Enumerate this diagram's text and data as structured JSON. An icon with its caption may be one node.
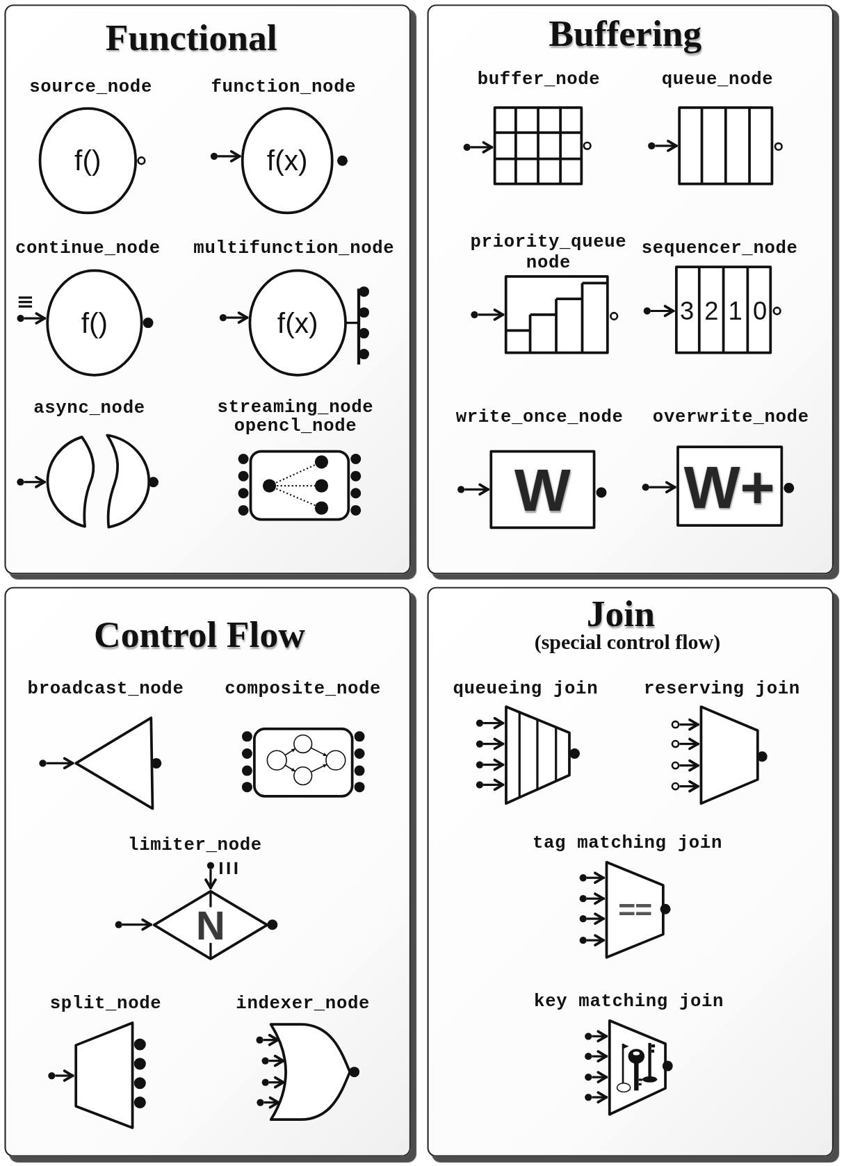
{
  "diagram": {
    "nodes": [
      {
        "text": [
          "Functional"
        ]
      },
      {
        "text": [
          "source_node",
          "f()"
        ],
        "in": 0
      },
      {
        "text": [
          "function_node",
          "f(x)"
        ],
        "in": 0
      },
      {
        "text": [
          "continue_node",
          "f()"
        ],
        "in": 0
      },
      {
        "text": [
          "multifunction_node",
          "f(x)"
        ],
        "in": 0
      },
      {
        "text": [
          "async_node"
        ],
        "in": 0
      },
      {
        "text": [
          "streaming_node",
          "opencl_node"
        ],
        "in": 0
      },
      {
        "text": [
          "Buffering"
        ]
      },
      {
        "text": [
          "buffer_node"
        ],
        "in": 7
      },
      {
        "text": [
          "queue_node"
        ],
        "in": 7
      },
      {
        "text": [
          "priority_queue node"
        ],
        "in": 7
      },
      {
        "text": [
          "sequencer_node",
          "3",
          "2",
          "1",
          "0"
        ],
        "in": 7
      },
      {
        "text": [
          "write_once_node",
          "W"
        ],
        "in": 7
      },
      {
        "text": [
          "overwrite_node",
          "W+"
        ],
        "in": 7
      },
      {
        "text": [
          "Control Flow"
        ]
      },
      {
        "text": [
          "broadcast_node"
        ],
        "in": 14
      },
      {
        "text": [
          "composite_node"
        ],
        "in": 14
      },
      {
        "text": [
          "limiter_node",
          "N"
        ],
        "in": 14
      },
      {
        "text": [
          "split_node"
        ],
        "in": 14
      },
      {
        "text": [
          "indexer_node"
        ],
        "in": 14
      },
      {
        "text": [
          "Join",
          "(special control flow)"
        ]
      },
      {
        "text": [
          "queueing join"
        ],
        "in": 20
      },
      {
        "text": [
          "reserving join"
        ],
        "in": 20
      },
      {
        "text": [
          "tag matching join",
          "=="
        ],
        "in": 20
      },
      {
        "text": [
          "key matching join"
        ],
        "in": 20
      }
    ],
    "edges": [
      {
        "from": null,
        "to": 2,
        "arrow": "to"
      },
      {
        "from": null,
        "to": 3,
        "arrow": "to"
      },
      {
        "from": null,
        "to": 4,
        "arrow": "to"
      },
      {
        "from": null,
        "to": 5,
        "arrow": "to"
      },
      {
        "from": null,
        "to": 8,
        "arrow": "to"
      },
      {
        "from": null,
        "to": 9,
        "arrow": "to"
      },
      {
        "from": null,
        "to": 10,
        "arrow": "to"
      },
      {
        "from": null,
        "to": 11,
        "arrow": "to"
      },
      {
        "from": null,
        "to": 12,
        "arrow": "to"
      },
      {
        "from": null,
        "to": 13,
        "arrow": "to"
      },
      {
        "from": null,
        "to": 15,
        "arrow": "to"
      },
      {
        "from": null,
        "to": 17,
        "arrow": "to"
      },
      {
        "from": null,
        "to": 17,
        "arrow": "to"
      },
      {
        "from": null,
        "to": 18,
        "arrow": "to"
      },
      {
        "from": null,
        "to": 19,
        "arrow": "to"
      },
      {
        "from": null,
        "to": 19,
        "arrow": "to"
      },
      {
        "from": null,
        "to": 19,
        "arrow": "to"
      },
      {
        "from": null,
        "to": 19,
        "arrow": "to"
      },
      {
        "from": null,
        "to": 21,
        "arrow": "to"
      },
      {
        "from": null,
        "to": 21,
        "arrow": "to"
      },
      {
        "from": null,
        "to": 21,
        "arrow": "to"
      },
      {
        "from": null,
        "to": 21,
        "arrow": "to"
      },
      {
        "from": null,
        "to": 22,
        "arrow": "to"
      },
      {
        "from": null,
        "to": 22,
        "arrow": "to"
      },
      {
        "from": null,
        "to": 22,
        "arrow": "to"
      },
      {
        "from": null,
        "to": 22,
        "arrow": "to"
      },
      {
        "from": null,
        "to": 23,
        "arrow": "to"
      },
      {
        "from": null,
        "to": 23,
        "arrow": "to"
      },
      {
        "from": null,
        "to": 23,
        "arrow": "to"
      },
      {
        "from": null,
        "to": 23,
        "arrow": "to"
      },
      {
        "from": null,
        "to": 24,
        "arrow": "to"
      },
      {
        "from": null,
        "to": 24,
        "arrow": "to"
      },
      {
        "from": null,
        "to": 24,
        "arrow": "to"
      },
      {
        "from": null,
        "to": 24,
        "arrow": "to"
      }
    ]
  }
}
